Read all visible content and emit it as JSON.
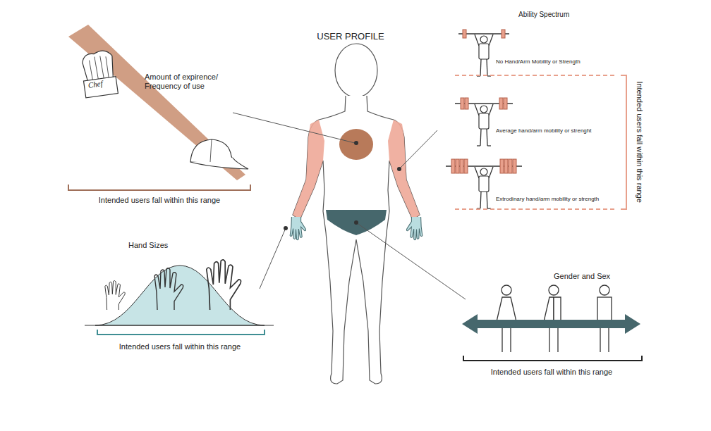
{
  "diagram": {
    "title": "USER PROFILE",
    "labels": [
      "Amount of expirence/ Frequency of use",
      "Chef",
      "Intended users fall within this range",
      "Ability Spectrum",
      "No Hand/Arm Mobility or Strength",
      "Average hand/arm mobility or strenght",
      "Extrodinary hand/arm mobility or strength",
      "Intended users fall within this range",
      "Hand Sizes",
      "Intended users fall within this range",
      "Gender and Sex",
      "Intended users fall within this range"
    ]
  }
}
